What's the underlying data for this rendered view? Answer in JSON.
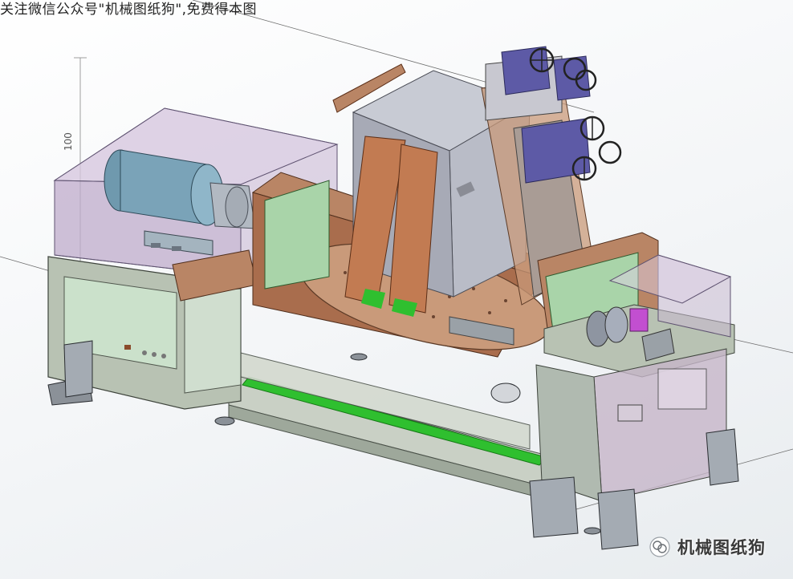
{
  "header": {
    "banner_text": "关注微信公众号\"机械图纸狗\",免费得本图"
  },
  "annotations": {
    "dimension_label": "100"
  },
  "watermark": {
    "text": "机械图纸狗",
    "logo_icon": "wechat-official-account-icon"
  },
  "colors": {
    "frame_steel": "#b7c0b3",
    "guard_glass": "#c9b9cf",
    "motor_blue": "#7aa3b8",
    "copper_plate": "#b98565",
    "turntable": "#c99a7a",
    "steel_box": "#b9bcc7",
    "green_panel": "#a9d4a9",
    "accent_green": "#1fb32b",
    "adjuster_purple": "#5d5aa6",
    "bearing_magenta": "#c24fd0"
  }
}
